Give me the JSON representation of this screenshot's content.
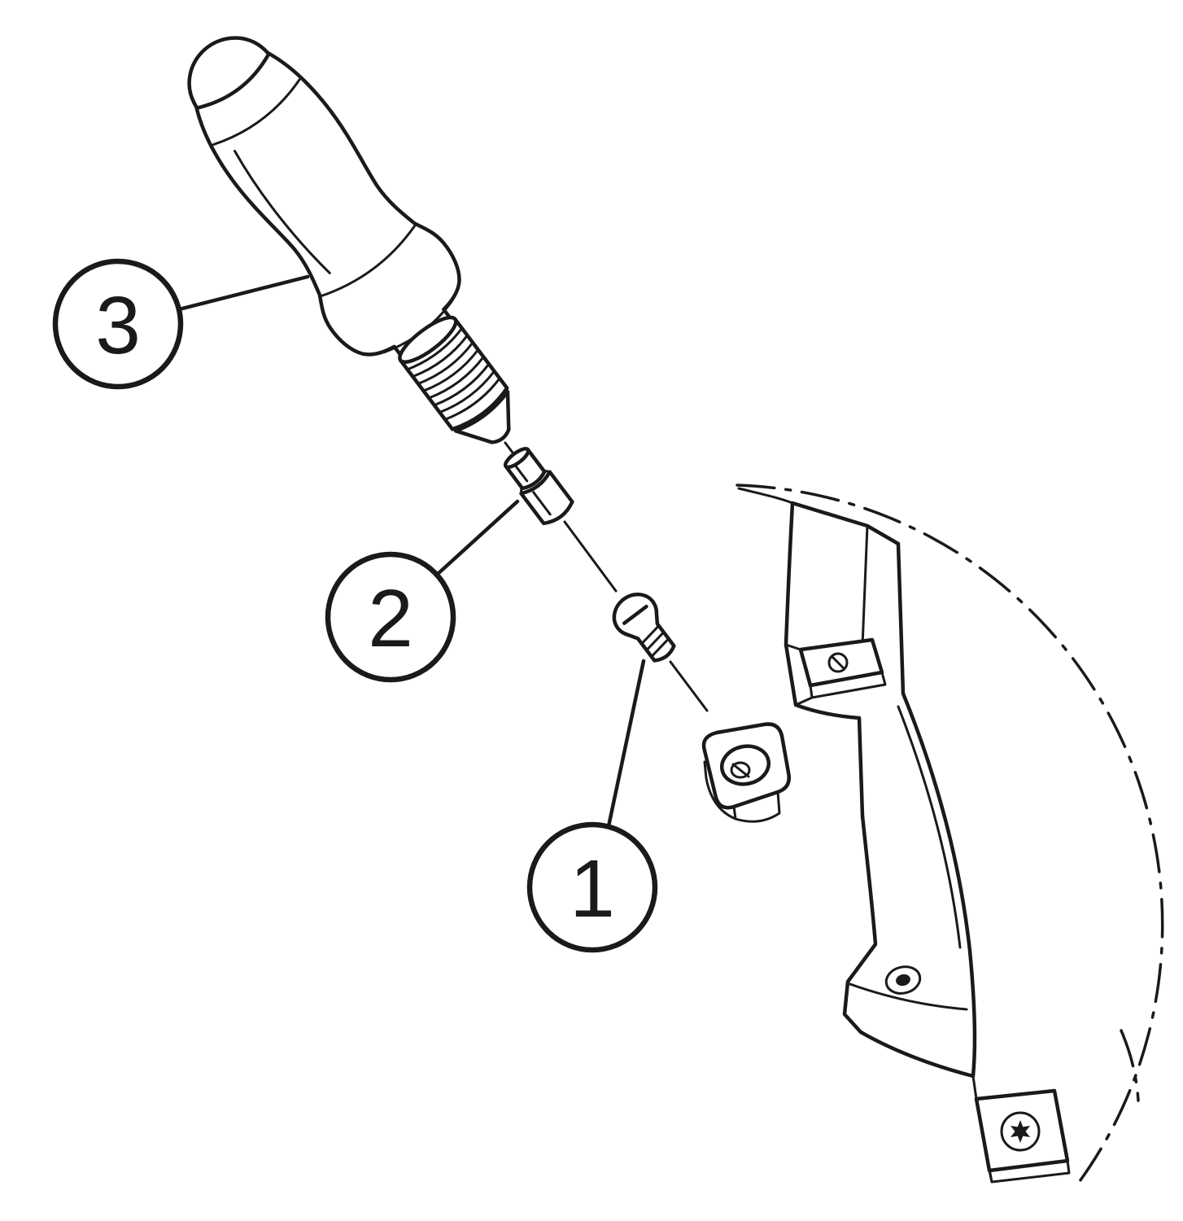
{
  "page": {
    "background_color": "#ffffff"
  },
  "diagram": {
    "kind": "exploded assembly line drawing",
    "line_color": "#1a1a1a",
    "callouts": [
      {
        "label": "1"
      },
      {
        "label": "2"
      },
      {
        "label": "3"
      }
    ]
  }
}
